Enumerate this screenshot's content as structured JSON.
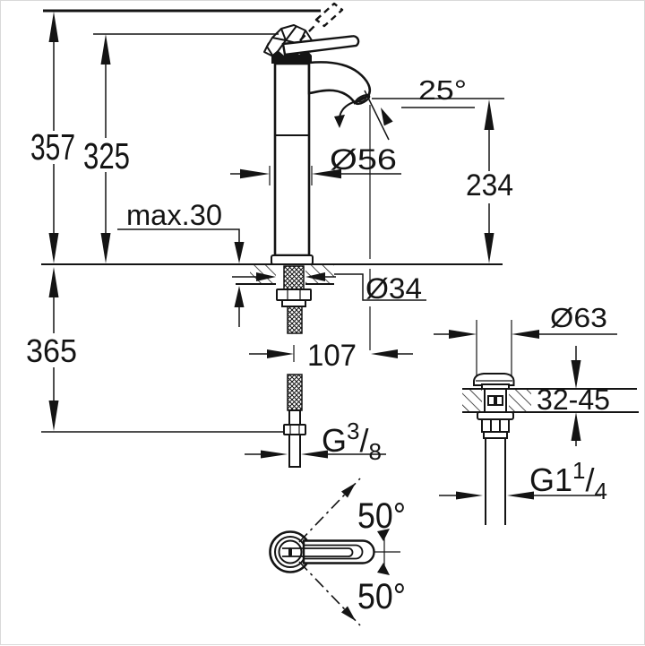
{
  "drawing": {
    "kind": "faucet-installation-dimension-diagram",
    "line_color": "#141414",
    "background_color": "#ffffff"
  },
  "labels": {
    "height_total": "357",
    "height_body": "325",
    "deck_max_thickness": "max.30",
    "spout_angle": "25°",
    "body_diameter": "Ø56",
    "spout_height": "234",
    "hole_diameter": "Ø34",
    "spout_reach": "107",
    "hose_drop": "365",
    "supply_thread": {
      "prefix": "G",
      "sup": "3",
      "slash": "/",
      "sub": "8"
    },
    "drain_flange_diameter": "Ø63",
    "drain_deck_range": "32-45",
    "drain_thread": {
      "prefix": "G1",
      "sup": "1",
      "slash": "/",
      "sub": "4"
    },
    "swing_angle_upper": "50°",
    "swing_angle_lower": "50°"
  }
}
